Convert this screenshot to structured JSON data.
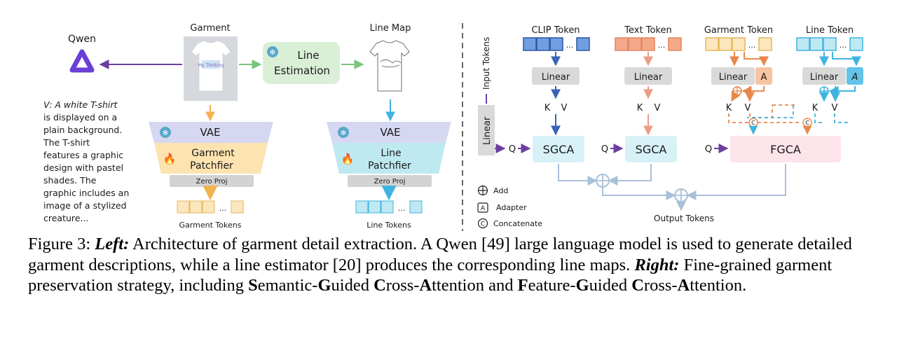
{
  "left": {
    "qwen_label": "Qwen",
    "garment_label": "Garment",
    "line_map_label": "Line Map",
    "line_estimation": [
      "Line",
      "Estimation"
    ],
    "tshirt_print_text": "My Thinking",
    "description": [
      "V: A white T-shirt",
      "is displayed on a",
      "plain background.",
      "The T-shirt",
      "features a graphic",
      "design with pastel",
      "shades. The",
      "graphic includes an",
      "image of a stylized",
      "creature..."
    ],
    "garment_branch": {
      "vae": "VAE",
      "patchifier": [
        "Garment",
        "Patchfier"
      ],
      "zero_proj": "Zero Proj",
      "tokens": "Garment Tokens"
    },
    "line_branch": {
      "vae": "VAE",
      "patchifier": [
        "Line",
        "Patchfier"
      ],
      "zero_proj": "Zero Proj",
      "tokens": "Line Tokens"
    }
  },
  "right": {
    "input_tokens": "Input Tokens",
    "linear_vertical": "Linear",
    "token_groups": [
      "CLIP Token",
      "Text Token",
      "Garment Token",
      "Line Token"
    ],
    "linear": "Linear",
    "adapter": "A",
    "k": "K",
    "v": "V",
    "q": "Q",
    "concat_symbol": "C",
    "sgca": "SGCA",
    "fgca": "FGCA",
    "output_tokens": "Output Tokens",
    "legend": [
      {
        "symbol": "add",
        "label": "Add"
      },
      {
        "symbol": "A",
        "label": "Adapter"
      },
      {
        "symbol": "C",
        "label": "Concatenate"
      }
    ]
  },
  "ellipsis": "...",
  "colors": {
    "qwen": "#6a3fd6",
    "purple_arrow": "#6b3fa0",
    "green_arrow": "#7cc47c",
    "line_est_box": "#d9efd6",
    "vae_lavender": "#d6d8f2",
    "garment_patch": "#fce3b0",
    "line_patch": "#bfe9f1",
    "zero_proj": "#d3d3d3",
    "garment_token": "#fbe6bd",
    "line_token": "#bfe8f2",
    "clip_token": "#6f9fe0",
    "text_token": "#f4a98a",
    "linear_box": "#d9d9d9",
    "sgca_box": "#d7f1f7",
    "fgca_box": "#fde3ea",
    "adapter_orange": "#f7c4a3",
    "adapter_blue": "#63c4ea",
    "orange_arrow": "#e8884a",
    "blue_arrow": "#3fb4e0",
    "output_gray": "#a9c0d9"
  },
  "caption": {
    "prefix": "Figure 3: ",
    "left_label": "Left:",
    "left_text": " Architecture of garment detail extraction. A Qwen [49] large language model is used to generate detailed garment descriptions, while a line estimator [20] produces the corresponding line maps. ",
    "right_label": "Right:",
    "right_text": " Fine-grained garment preservation strategy, including ",
    "terms": [
      {
        "b": "S",
        "t": "emantic-"
      },
      {
        "b": "G",
        "t": "uided "
      },
      {
        "b": "C",
        "t": "ross-"
      },
      {
        "b": "A",
        "t": "ttention and "
      },
      {
        "b": "F",
        "t": "eature-"
      },
      {
        "b": "G",
        "t": "uided "
      },
      {
        "b": "C",
        "t": "ross-"
      },
      {
        "b": "A",
        "t": "ttention."
      }
    ]
  }
}
